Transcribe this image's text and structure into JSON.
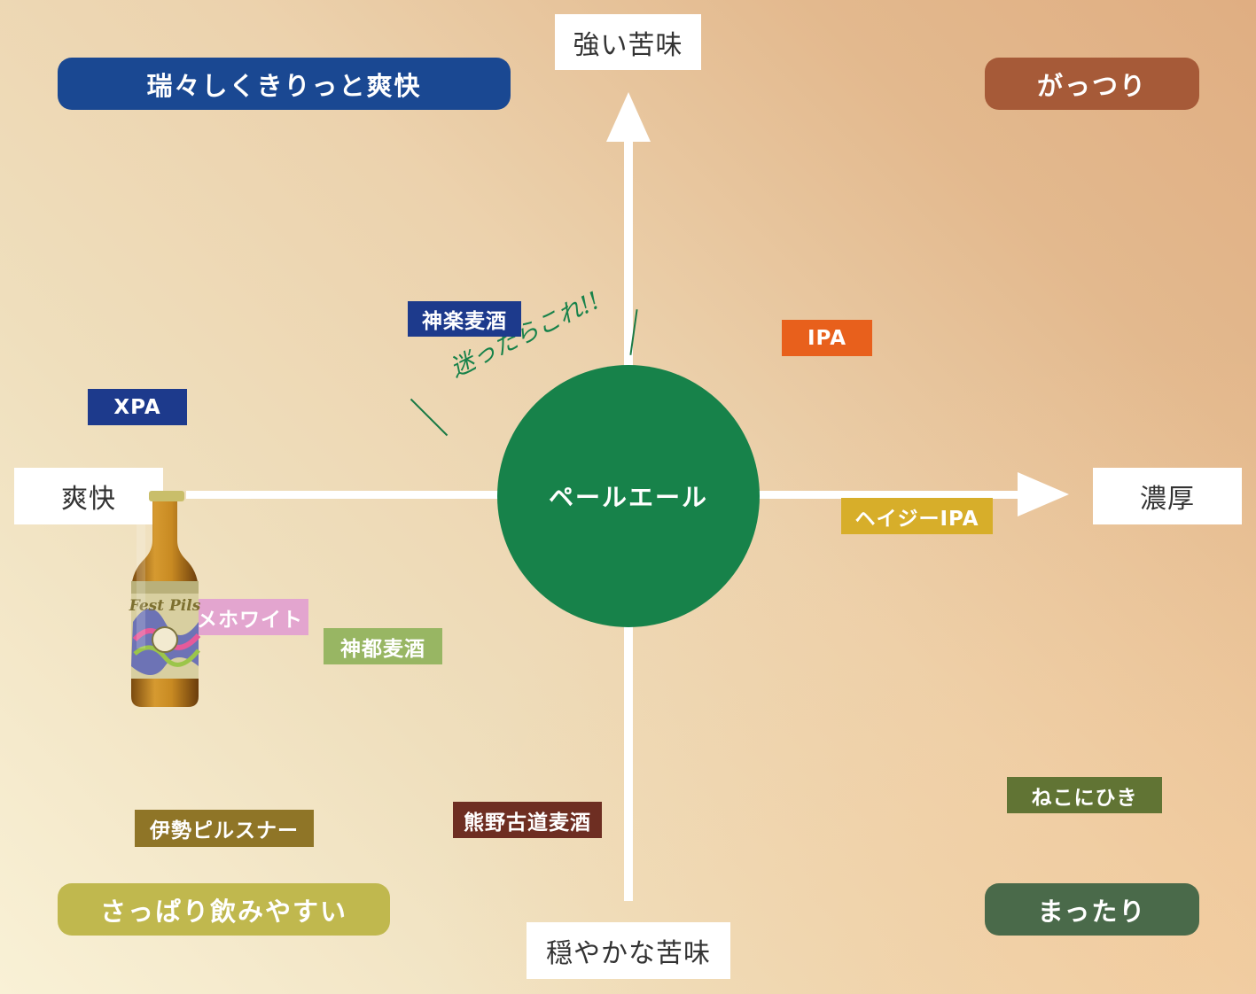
{
  "axes": {
    "top": "強い苦味",
    "bottom": "穏やかな苦味",
    "left": "爽快",
    "right": "濃厚"
  },
  "quadrants": {
    "top_left": {
      "label": "瑞々しくきりっと爽快",
      "color": "#1a4892"
    },
    "top_right": {
      "label": "がっつり",
      "color": "#a65a38"
    },
    "bottom_left": {
      "label": "さっぱり飲みやすい",
      "color": "#c0b84e"
    },
    "bottom_right": {
      "label": "まったり",
      "color": "#4a6a4a"
    }
  },
  "center": {
    "label": "ペールエール",
    "color": "#17824a"
  },
  "recommend_note": "迷ったらこれ!!",
  "beers": [
    {
      "name": "神楽麦酒",
      "color": "#1d3a8c"
    },
    {
      "name": "IPA",
      "color": "#e8601c"
    },
    {
      "name": "XPA",
      "color": "#1d3a8c"
    },
    {
      "name": "ヘイジーIPA",
      "color": "#d7ae2a"
    },
    {
      "name": "メホワイト",
      "color": "#e3a5cf"
    },
    {
      "name": "神都麦酒",
      "color": "#98b663"
    },
    {
      "name": "伊勢ピルスナー",
      "color": "#8f7527"
    },
    {
      "name": "熊野古道麦酒",
      "color": "#6e2e22"
    },
    {
      "name": "ねこにひき",
      "color": "#617434"
    }
  ],
  "bottle_label": "Fest Pils"
}
